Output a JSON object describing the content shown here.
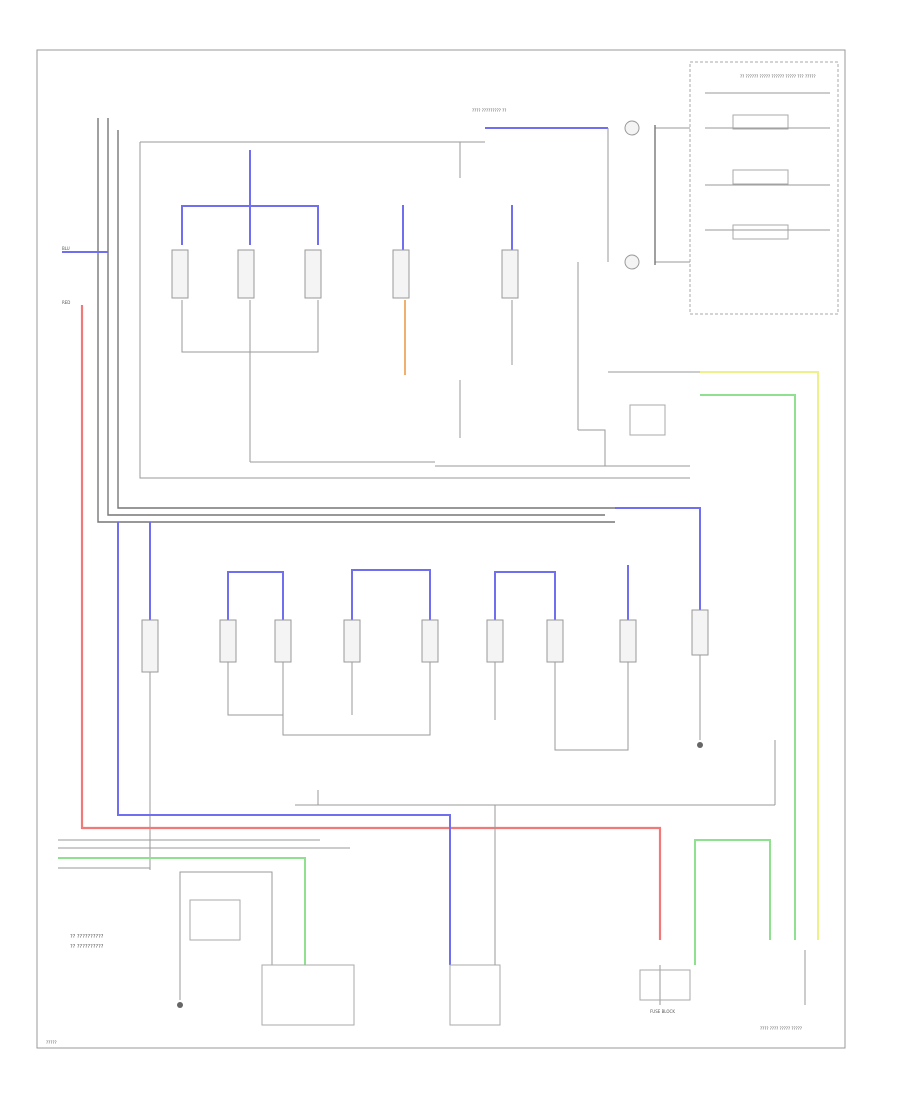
{
  "colors": {
    "wire_blue": "#6f6ff0",
    "wire_red": "#f07a7a",
    "wire_green": "#8fe08f",
    "wire_yellow": "#f0f08a",
    "wire_orange": "#f0b070",
    "wire_gray": "#9a9a9a"
  },
  "icons": [
    "switch-icon",
    "ground-icon",
    "connector-icon",
    "lamp-icon",
    "splice-icon"
  ],
  "labels": {
    "corner_code": "?????",
    "left_wire_1": "BLU",
    "left_wire_2": "RED",
    "right_box_title": "?? ?????? ????? ?????? ????? ??? ?????",
    "top_connector": "???? ????????? ??",
    "bottom_left_legend_1": "?? ??????????",
    "bottom_left_legend_2": "?? ??????????",
    "bottom_mid": "FUSE BLOCK",
    "bottom_right": "???? ???? ????? ?????"
  }
}
